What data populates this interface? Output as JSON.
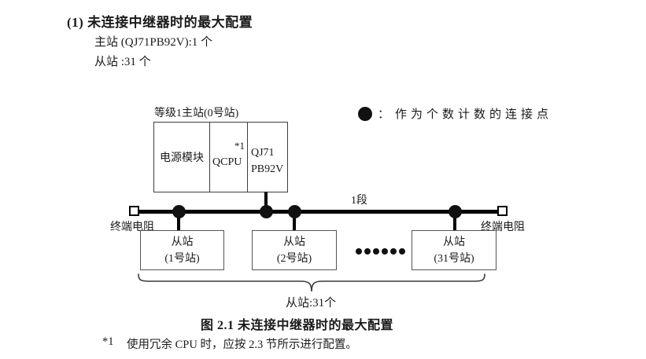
{
  "header": {
    "title": "(1) 未连接中继器时的最大配置",
    "master_line": "主站 (QJ71PB92V):1 个",
    "slave_line": "从站 :31 个"
  },
  "diagram": {
    "master_label": "等级1主站(0号站)",
    "master_cells": {
      "power": "电源模块",
      "cpu": "QCPU",
      "cpu_note": "*1",
      "module_line1": "QJ71",
      "module_line2": "PB92V"
    },
    "legend": {
      "colon": "：",
      "text": "作为个数计数的连接点"
    },
    "segment_label": "1段",
    "terminator_left": "终端电阻",
    "terminator_right": "终端电阻",
    "slaves": [
      {
        "line1": "从站",
        "line2": "(1号站)"
      },
      {
        "line1": "从站",
        "line2": "(2号站)"
      },
      {
        "line1": "从站",
        "line2": "(31号站)"
      }
    ],
    "brace_label": "从站:31个"
  },
  "caption": "图 2.1 未连接中继器时的最大配置",
  "footnote": {
    "marker": "*1",
    "text": "使用冗余 CPU 时，应按 2.3 节所示进行配置。"
  },
  "colors": {
    "ink": "#1a1a1a",
    "line": "#000000",
    "box_border": "#3d3d3d",
    "slave_border": "#555555"
  }
}
